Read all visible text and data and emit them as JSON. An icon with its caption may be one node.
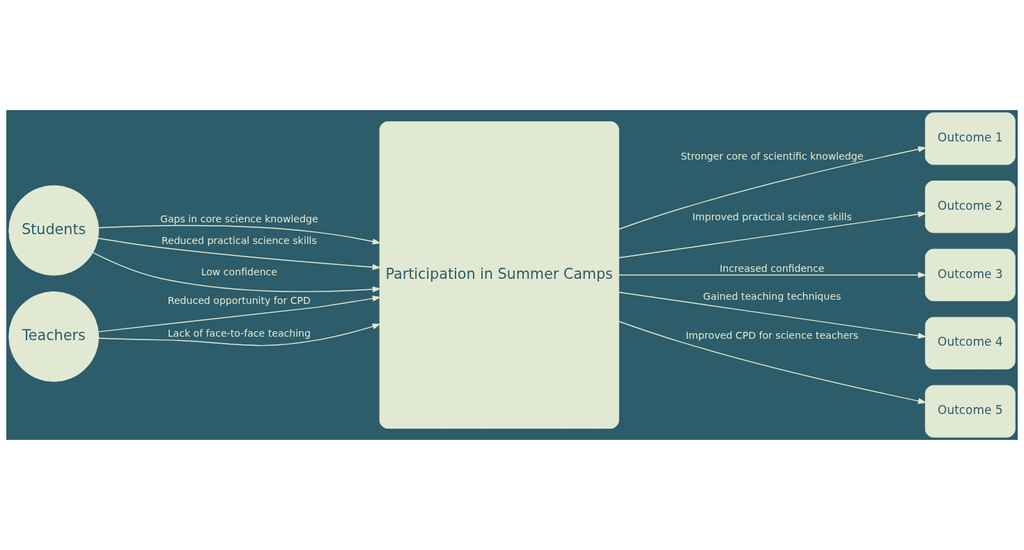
{
  "diagram": {
    "nodes": [
      {
        "text": [
          "Students"
        ]
      },
      {
        "text": [
          "Teachers"
        ]
      },
      {
        "text": [
          "Participation in Summer Camps"
        ]
      },
      {
        "text": [
          "Outcome 1"
        ]
      },
      {
        "text": [
          "Outcome 2"
        ]
      },
      {
        "text": [
          "Outcome 3"
        ]
      },
      {
        "text": [
          "Outcome 4"
        ]
      },
      {
        "text": [
          "Outcome 5"
        ]
      }
    ],
    "edges": [
      {
        "from": 0,
        "to": 2,
        "arrow": "to",
        "label": "Gaps in core science knowledge"
      },
      {
        "from": 0,
        "to": 2,
        "arrow": "to",
        "label": "Reduced practical science skills"
      },
      {
        "from": 0,
        "to": 2,
        "arrow": "to",
        "label": "Low confidence"
      },
      {
        "from": 1,
        "to": 2,
        "arrow": "to",
        "label": "Reduced opportunity for CPD"
      },
      {
        "from": 1,
        "to": 2,
        "arrow": "to",
        "label": "Lack of face-to-face teaching"
      },
      {
        "from": 2,
        "to": 3,
        "arrow": "to",
        "label": "Stronger core of scientific knowledge"
      },
      {
        "from": 2,
        "to": 4,
        "arrow": "to",
        "label": "Improved practical science skills"
      },
      {
        "from": 2,
        "to": 5,
        "arrow": "to",
        "label": "Increased confidence"
      },
      {
        "from": 2,
        "to": 6,
        "arrow": "to",
        "label": "Gained teaching techniques"
      },
      {
        "from": 2,
        "to": 7,
        "arrow": "to",
        "label": "Improved CPD for science teachers"
      }
    ]
  }
}
